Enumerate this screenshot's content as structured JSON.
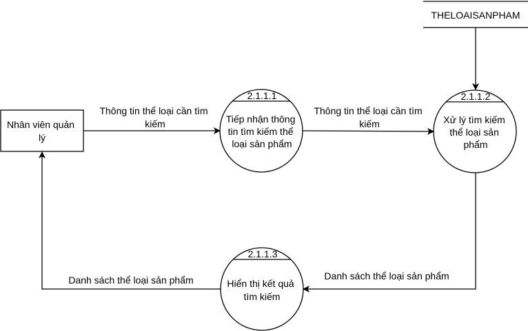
{
  "colors": {
    "stroke": "#000000",
    "background": "#ffffff",
    "text": "#000000"
  },
  "nodes": {
    "external_entity": {
      "lines": [
        "Nhân viên quản",
        "lý"
      ]
    },
    "data_store": {
      "label": "THELOAISANPHAM"
    },
    "process_1": {
      "id": "2.1.1.1",
      "lines": [
        "Tiếp nhận thông",
        "tin tìm kiếm thể",
        "loại sản phẩm"
      ]
    },
    "process_2": {
      "id": "2.1.1.2",
      "lines": [
        "Xử lý tìm kiếm",
        "thể loại sản",
        "phẩm"
      ]
    },
    "process_3": {
      "id": "2.1.1.3",
      "lines": [
        "Hiển thị kết quả",
        "tìm kiếm"
      ]
    }
  },
  "flows": {
    "entity_to_p1": {
      "lines": [
        "Thông tin thể loại cần tìm",
        "kiếm"
      ]
    },
    "p1_to_p2": {
      "lines": [
        "Thông tin thể loại cần tìm",
        "kiếm"
      ]
    },
    "p2_to_p3": {
      "lines": [
        "Danh sách thể loại sản phẩm"
      ]
    },
    "p3_to_entity": {
      "lines": [
        "Danh sách thể loại sản phẩm"
      ]
    }
  }
}
